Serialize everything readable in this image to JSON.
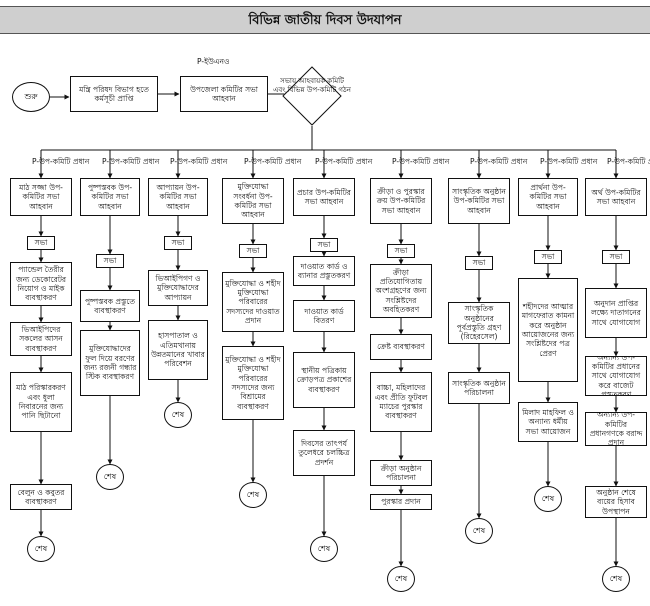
{
  "title": "বিভিন্ন জাতীয় দিবস উদযাপন",
  "labels": {
    "pio": "P-ইউএনও",
    "subcommittee_head": "P-উপ-কমিটি প্রধান"
  },
  "top": {
    "start": "শুরু",
    "ministry_order": "মন্ত্রি পরিষদ বিভাগ হতে কর্মসূচী প্রাপ্তি",
    "upazila_meeting": "উপজেলা কমিটির সভা আহবান",
    "decision": "সভায় আহবায়ক কমিটি এবং বিভিন্ন উপ-কমিটি গঠন"
  },
  "end_label": "শেষ",
  "meeting_label": "সভা",
  "columns": [
    {
      "header": "মাঠ সজ্জা উপ-কমিটির সভা আহবান",
      "steps": [
        "প্যান্ডেল তৈরীর জন্য ডেকোরেটর নিয়োগ ও মাইক ব্যবস্থাকরণ",
        "ভিআইপিদের সকলের আসন ব্যবস্থাকরণ",
        "মাঠ পরিস্কারকরণ এবং ধুলা নিবারনের জন্য পানি ছিটানো",
        "বেলুন ও কবুতর ব্যবস্থাকরণ"
      ]
    },
    {
      "header": "পুষ্পস্তবক উপ-কমিটির সভা আহবান",
      "steps": [
        "পুষ্পস্তবক প্রস্তুতে ব্যবস্থাকরণ",
        "মুক্তিযোদ্ধাদের ফুল দিয়ে বরণের জন্য রজনী গন্ধার স্টিক ব্যবস্থাকরণ"
      ]
    },
    {
      "header": "আপ্যায়ন উপ-কমিটির সভা আহবান",
      "steps": [
        "ভিআইপিগণ ও মুক্তিযোদ্ধাদের আপ্যায়ন",
        "হাসপাতাল ও এতিমখানায় উন্নতমানের খাবার পরিবেশন"
      ]
    },
    {
      "header": "মুক্তিযোদ্ধা সংবর্ধনা উপ-কমিটির সভা আহবান",
      "steps": [
        "মুক্তিযোদ্ধা ও শহীদ মুক্তিযোদ্ধা পরিবারের সদস্যদের দাওয়াত প্রদান",
        "মুক্তিযোদ্ধা ও শহীদ মুক্তিযোদ্ধা পরিবারের সদস্যদের জন্য বিশ্রামের ব্যবস্থাকরণ"
      ]
    },
    {
      "header": "প্রচার উপ-কমিটির সভা আহবান",
      "steps": [
        "দাওয়াত কার্ড ও ব্যানার প্রস্তুতকরণ",
        "দাওয়াত কার্ড বিতরণ",
        "স্থানীয় পত্রিকায় ক্রোড়পত্র প্রকাশের ব্যবস্থাকরণ",
        "দিবসের তাৎপর্য তুলেধরে চলচ্চিত্র প্রদর্শন"
      ]
    },
    {
      "header": "ক্রীড়া ও পুরস্কার ক্রয় উপ-কমিটির সভা আহবান",
      "steps": [
        "ক্রীড়া প্রতিযোগিতায় অংশগ্রহণের জন্য সংশ্লিষ্টদের অবহিতকরণ",
        "ক্রেষ্ট ব্যবস্থাকরণ",
        "বাচ্চা, মহিলাদের এবং প্রীতি ফুটবল ম্যাচের পুরস্কার ব্যবস্থাকরণ",
        "ক্রীড়া অনুষ্ঠান পরিচালনা",
        "পুরস্কার প্রদান"
      ]
    },
    {
      "header": "সাংস্কৃতিক অনুষ্ঠান উপ-কমিটির সভা আহবান",
      "steps": [
        "সাংস্কৃতিক অনুষ্ঠানের পূর্বপ্রস্তুতি গ্রহণ (রিহেরসেল)",
        "সাংস্কৃতিক অনুষ্ঠান পরিচালনা"
      ]
    },
    {
      "header": "প্রার্থনা উপ-কমিটির সভা আহবান",
      "steps": [
        "শহীদদের আত্মার মাগফেরাত কামনা করে অনুষ্ঠান আয়োজনের জন্য সংশ্লিষ্টদের পত্র প্রেরণ",
        "মিলাদ মাহফিল ও অন্যান্য ধর্মীয় সভা আয়োজন"
      ]
    },
    {
      "header": "অর্থ উপ-কমিটির সভা আহবান",
      "steps": [
        "অনুদান প্রাপ্তির লক্ষ্যে দাতাগনের সাথে যোগাযোগ",
        "অন্যান্য উপ-কমিটির প্রধানের সাথে যোগাযোগ করে বাজেট প্রস্তুতকরণ",
        "অন্যান্য উপ-কমিটির প্রধানগণকে বরাদ্দ প্রদান",
        "অনুষ্ঠান শেষে ব্যয়ের হিসাব উপস্থাপন"
      ]
    }
  ]
}
